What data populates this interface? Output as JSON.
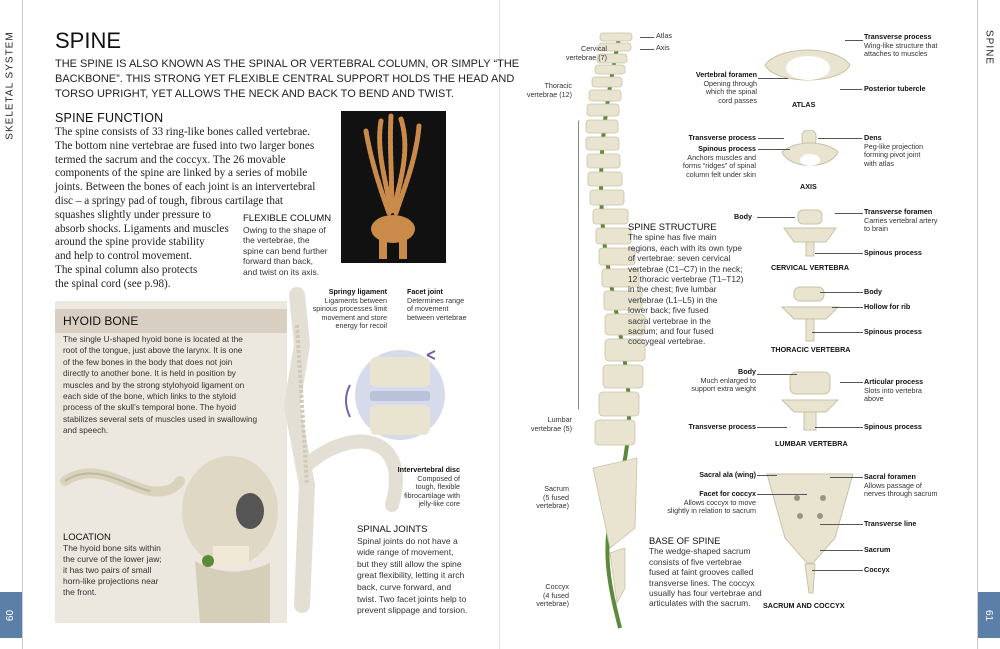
{
  "left_page": {
    "side_tab": "SKELETAL SYSTEM",
    "page_number": "60",
    "title": "SPINE",
    "intro": [
      "THE SPINE IS ALSO KNOWN AS THE SPINAL OR VERTEBRAL COLUMN, OR SIMPLY “THE",
      "BACKBONE”. THIS STRONG YET FLEXIBLE CENTRAL SUPPORT HOLDS THE HEAD AND",
      "TORSO UPRIGHT, YET ALLOWS  THE NECK AND BACK TO BEND AND TWIST."
    ],
    "function_heading": "SPINE FUNCTION",
    "function_lines": [
      "The spine consists of 33 ring-like bones called vertebrae.",
      "The bottom nine vertebrae are fused into two larger bones",
      "termed the sacrum and the coccyx. The 26 movable",
      "components of the spine are linked by a series of mobile",
      "joints. Between the bones of each joint is an intervertebral",
      "disc – a springy pad of tough, fibrous cartilage that",
      "squashes slightly under pressure to",
      "absorb shocks. Ligaments and muscles",
      "around the spine provide stability",
      "and help to control movement.",
      "The spinal column also protects",
      "the spinal cord (see p.98)."
    ],
    "flexible_column": {
      "heading": "FLEXIBLE COLUMN",
      "lines": [
        "Owing to the shape of",
        "the vertebrae, the",
        "spine can bend further",
        "forward than back,",
        "and twist on its axis."
      ]
    },
    "hyoid": {
      "heading": "HYOID BONE",
      "lines": [
        "The single U-shaped hyoid bone is located at the",
        "root of the tongue, just above the larynx. It is one",
        "of the few bones in the body that does not join",
        "directly to another bone. It is held in position by",
        "muscles and by the strong stylohyoid ligament on",
        "each side of the bone, which links to the styloid",
        "process of the skull’s temporal bone. The hyoid",
        "stabilizes several sets of muscles used in swallowing",
        "and speech."
      ],
      "location_heading": "LOCATION",
      "location_lines": [
        "The hyoid bone sits within",
        "the curve of the lower jaw;",
        "it has two pairs of small",
        "horn-like projections near",
        "the front."
      ]
    },
    "springy_ligament": {
      "title": "Springy ligament",
      "lines": [
        "Ligaments between",
        "spinous processes limit",
        "movement and store",
        "energy for recoil"
      ]
    },
    "facet_joint": {
      "title": "Facet joint",
      "lines": [
        "Determines range",
        "of movement",
        "between vertebrae"
      ]
    },
    "intervertebral_disc": {
      "title": "Intervertebral disc",
      "lines": [
        "Composed of",
        "tough, flexible",
        "fibrocartilage with",
        "jelly-like core"
      ]
    },
    "spinal_joints": {
      "heading": "SPINAL JOINTS",
      "lines": [
        "Spinal joints do not have a",
        "wide range of movement,",
        "but they still allow the spine",
        "great flexibility, letting it arch",
        "back, curve forward, and",
        "twist. Two facet joints help to",
        "prevent slippage and torsion."
      ]
    }
  },
  "right_page": {
    "side_tab": "SPINE",
    "page_number": "61",
    "column_labels": {
      "atlas": "Atlas",
      "axis": "Axis",
      "cervical": [
        "Cervical",
        "vertebrae (7)"
      ],
      "thoracic": [
        "Thoracic",
        "vertebrae (12)"
      ],
      "lumbar": [
        "Lumbar",
        "vertebrae (5)"
      ],
      "sacrum": [
        "Sacrum",
        "(5 fused",
        "vertebrae)"
      ],
      "coccyx": [
        "Coccyx",
        "(4 fused",
        "vertebrae)"
      ]
    },
    "spine_structure": {
      "heading": "SPINE STRUCTURE",
      "lines": [
        "The spine has five main",
        "regions, each with its own type",
        "of vertebrae: seven cervical",
        "vertebrae (C1–C7) in the neck;",
        "12 thoracic vertebrae (T1–T12)",
        "in the chest; five lumbar",
        "vertebrae (L1–L5) in the",
        "lower back; five fused",
        "sacral vertebrae in the",
        "sacrum; and four fused",
        "coccygeal vertebrae."
      ]
    },
    "base_of_spine": {
      "heading": "BASE OF SPINE",
      "lines": [
        "The wedge-shaped sacrum",
        "consists of five vertebrae",
        "fused at faint grooves called",
        "transverse lines. The coccyx",
        "usually has four vertebrae and",
        "articulates with the sacrum."
      ]
    },
    "atlas": {
      "caption": "ATLAS",
      "vertebral_foramen": {
        "title": "Vertebral foramen",
        "lines": [
          "Opening through",
          "which the spinal",
          "cord passes"
        ]
      },
      "transverse_process": {
        "title": "Transverse process",
        "lines": [
          "Wing-like structure that",
          "attaches to muscles"
        ]
      },
      "posterior_tubercle": "Posterior tubercle"
    },
    "axis": {
      "caption": "AXIS",
      "transverse_process": "Transverse process",
      "spinous_process": {
        "title": "Spinous process",
        "lines": [
          "Anchors muscles and",
          "forms “ridges” of spinal",
          "column felt under skin"
        ]
      },
      "dens": {
        "title": "Dens",
        "lines": [
          "Peg-like projection",
          "forming pivot joint",
          "with atlas"
        ]
      }
    },
    "cervical": {
      "caption": "CERVICAL VERTEBRA",
      "body": "Body",
      "transverse_foramen": {
        "title": "Transverse foramen",
        "lines": [
          "Carries vertebral artery",
          "to brain"
        ]
      },
      "spinous_process": "Spinous process"
    },
    "thoracic": {
      "caption": "THORACIC VERTEBRA",
      "body": "Body",
      "hollow": "Hollow for rib",
      "spinous_process": "Spinous process"
    },
    "lumbar": {
      "caption": "LUMBAR VERTEBRA",
      "body": {
        "title": "Body",
        "lines": [
          "Much enlarged to",
          "support extra weight"
        ]
      },
      "articular": {
        "title": "Articular process",
        "lines": [
          "Slots into vertebra",
          "above"
        ]
      },
      "transverse_process": "Transverse process",
      "spinous_process": "Spinous process"
    },
    "sacrum": {
      "caption": "SACRUM AND COCCYX",
      "sacral_ala": "Sacral ala (wing)",
      "facet_coccyx": {
        "title": "Facet for coccyx",
        "lines": [
          "Allows coccyx to move",
          "slightly in relation to sacrum"
        ]
      },
      "sacral_foramen": {
        "title": "Sacral foramen",
        "lines": [
          "Allows passage of",
          "nerves through sacrum"
        ]
      },
      "transverse_line": "Transverse line",
      "sacrum": "Sacrum",
      "coccyx": "Coccyx"
    }
  },
  "colors": {
    "tab_blue": "#5c7fa7",
    "hyoid_bg": "#ece7df",
    "hyoid_title_bg": "#d8cfc2",
    "bone": "#e9e4cf",
    "cord_green": "#5d8a3a"
  }
}
